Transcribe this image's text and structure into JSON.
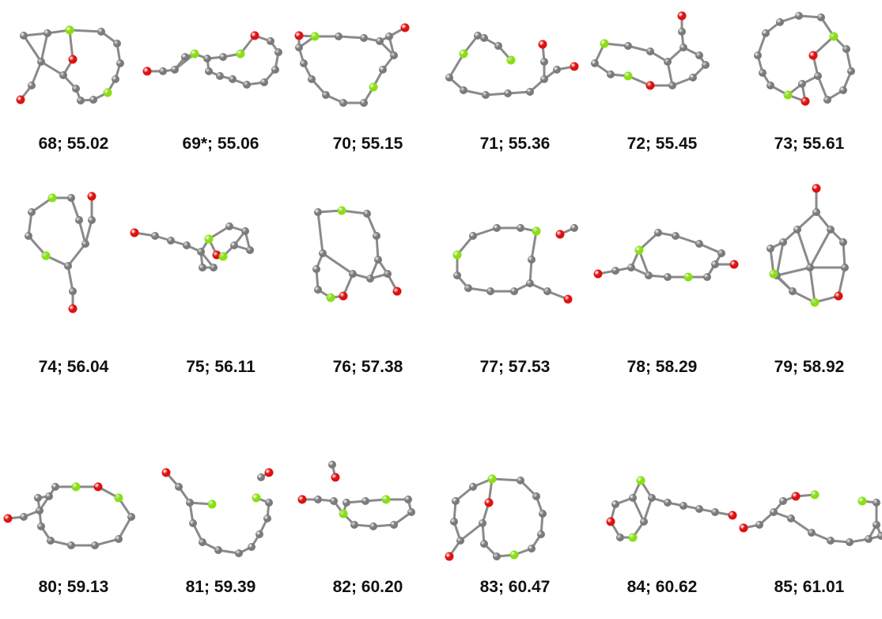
{
  "colors": {
    "carbon": "#7a7a7a",
    "bond": "#8a8a8a",
    "oxygen": "#e01010",
    "sulfur": "#88e010",
    "label": "#111111"
  },
  "structures": [
    {
      "label": "68; 55.02",
      "mol": "m68"
    },
    {
      "label": "69*; 55.06",
      "mol": "m69"
    },
    {
      "label": "70; 55.15",
      "mol": "m70"
    },
    {
      "label": "71; 55.36",
      "mol": "m71"
    },
    {
      "label": "72; 55.45",
      "mol": "m72"
    },
    {
      "label": "73; 55.61",
      "mol": "m73"
    },
    {
      "label": "74; 56.04",
      "mol": "m74"
    },
    {
      "label": "75; 56.11",
      "mol": "m75"
    },
    {
      "label": "76; 57.38",
      "mol": "m76"
    },
    {
      "label": "77; 57.53",
      "mol": "m77"
    },
    {
      "label": "78; 58.29",
      "mol": "m78"
    },
    {
      "label": "79; 58.92",
      "mol": "m79"
    },
    {
      "label": "80; 59.13",
      "mol": "m80"
    },
    {
      "label": "81; 59.39",
      "mol": "m81"
    },
    {
      "label": "82; 60.20",
      "mol": "m82"
    },
    {
      "label": "83; 60.47",
      "mol": "m83"
    },
    {
      "label": "84; 60.62",
      "mol": "m84"
    },
    {
      "label": "85; 61.01",
      "mol": "m85"
    }
  ]
}
